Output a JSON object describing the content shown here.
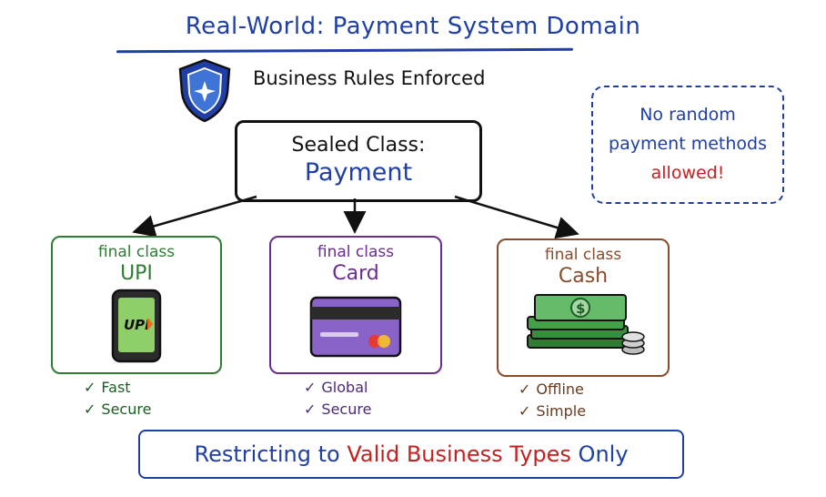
{
  "title": "Real-World: Payment System Domain",
  "subtitle": "Business Rules Enforced",
  "sealed_class": {
    "line1": "Sealed Class:",
    "line2": "Payment"
  },
  "note": {
    "line1": "No random",
    "line2": "payment methods",
    "line3": "allowed!"
  },
  "subclasses": [
    {
      "modifier": "final class",
      "name": "UPI",
      "icon_label": "UPI",
      "traits": [
        "Fast",
        "Secure"
      ],
      "color": "#2e7d32"
    },
    {
      "modifier": "final class",
      "name": "Card",
      "traits": [
        "Global",
        "Secure"
      ],
      "color": "#6a2c91"
    },
    {
      "modifier": "final class",
      "name": "Cash",
      "traits": [
        "Offline",
        "Simple"
      ],
      "color": "#8a4b2a"
    }
  ],
  "banner": {
    "part1": "Restricting to ",
    "part2": "Valid Business Types",
    "part3": " Only"
  },
  "colors": {
    "primary": "#1f3fa6",
    "accent": "#c62020"
  },
  "icons": [
    "shield-icon",
    "phone-upi-icon",
    "credit-card-icon",
    "cash-stack-icon",
    "check-icon"
  ]
}
